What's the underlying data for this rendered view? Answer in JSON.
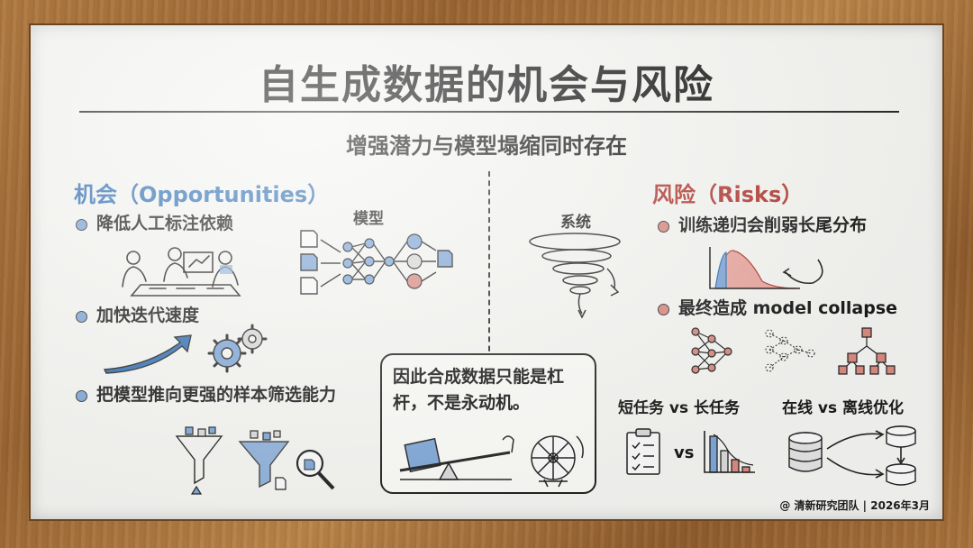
{
  "title": "自生成数据的机会与风险",
  "subtitle": "增强潜力与模型塌缩同时存在",
  "opportunities": {
    "heading": "机会（Opportunities）",
    "items": [
      {
        "label": "降低人工标注依赖"
      },
      {
        "label": "加快迭代速度"
      },
      {
        "label": "把模型推向更强的样本筛选能力"
      }
    ],
    "model_label": "模型"
  },
  "risks": {
    "heading": "风险（Risks）",
    "system_label": "系统",
    "items": [
      {
        "label": "训练递归会削弱长尾分布"
      },
      {
        "label": "最终造成 model collapse"
      }
    ]
  },
  "callout": {
    "text": "因此合成数据只能是杠杆，不是永动机。"
  },
  "comparisons": {
    "task": "短任务 vs 长任务",
    "vs": "vs",
    "optimization": "在线 vs 离线优化"
  },
  "footer": "@ 清新研究团队 | 2026年3月",
  "colors": {
    "blue": "#2f6fb3",
    "red": "#b03a32",
    "blue_fill": "#7ea6d6",
    "red_fill": "#d98a80",
    "frame": "#9a6532"
  },
  "icons": [
    "documents-icon",
    "neural-network-icon",
    "people-meeting-icon",
    "trend-arrow-icon",
    "gears-icon",
    "funnel-icon",
    "magnifier-icon",
    "tornado-icon",
    "distribution-curve-icon",
    "lever-icon",
    "wheel-icon",
    "checklist-icon",
    "bar-chart-icon",
    "database-icon"
  ]
}
